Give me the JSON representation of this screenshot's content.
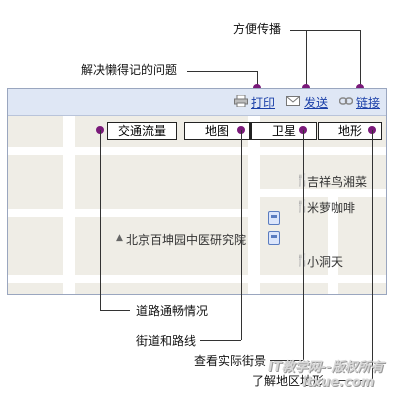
{
  "toolbar": {
    "print": "打印",
    "send": "发送",
    "link": "链接"
  },
  "map_types": {
    "traffic": "交通流量",
    "map": "地图",
    "satellite": "卫星",
    "terrain": "地形"
  },
  "map_labels": {
    "poi1": "吉祥鸟湘菜",
    "poi2": "米萝咖啡",
    "poi3": "小洞天",
    "poi4": "北京百坤园中医研究院"
  },
  "annotations": {
    "share": "方便传播",
    "lazy": "解决懒得记的问题",
    "traffic": "道路通畅情况",
    "streets": "街道和路线",
    "street_view": "查看实际街景",
    "terrain": "了解地区地形"
  },
  "watermark": {
    "line1": "IT教学网--版权所有",
    "line2": "itxue.com"
  },
  "colors": {
    "accent_dot": "#7a1a7a",
    "link": "#1a3fa8",
    "toolbar_bg": "#dfe7f5",
    "map_bg": "#efede6"
  }
}
